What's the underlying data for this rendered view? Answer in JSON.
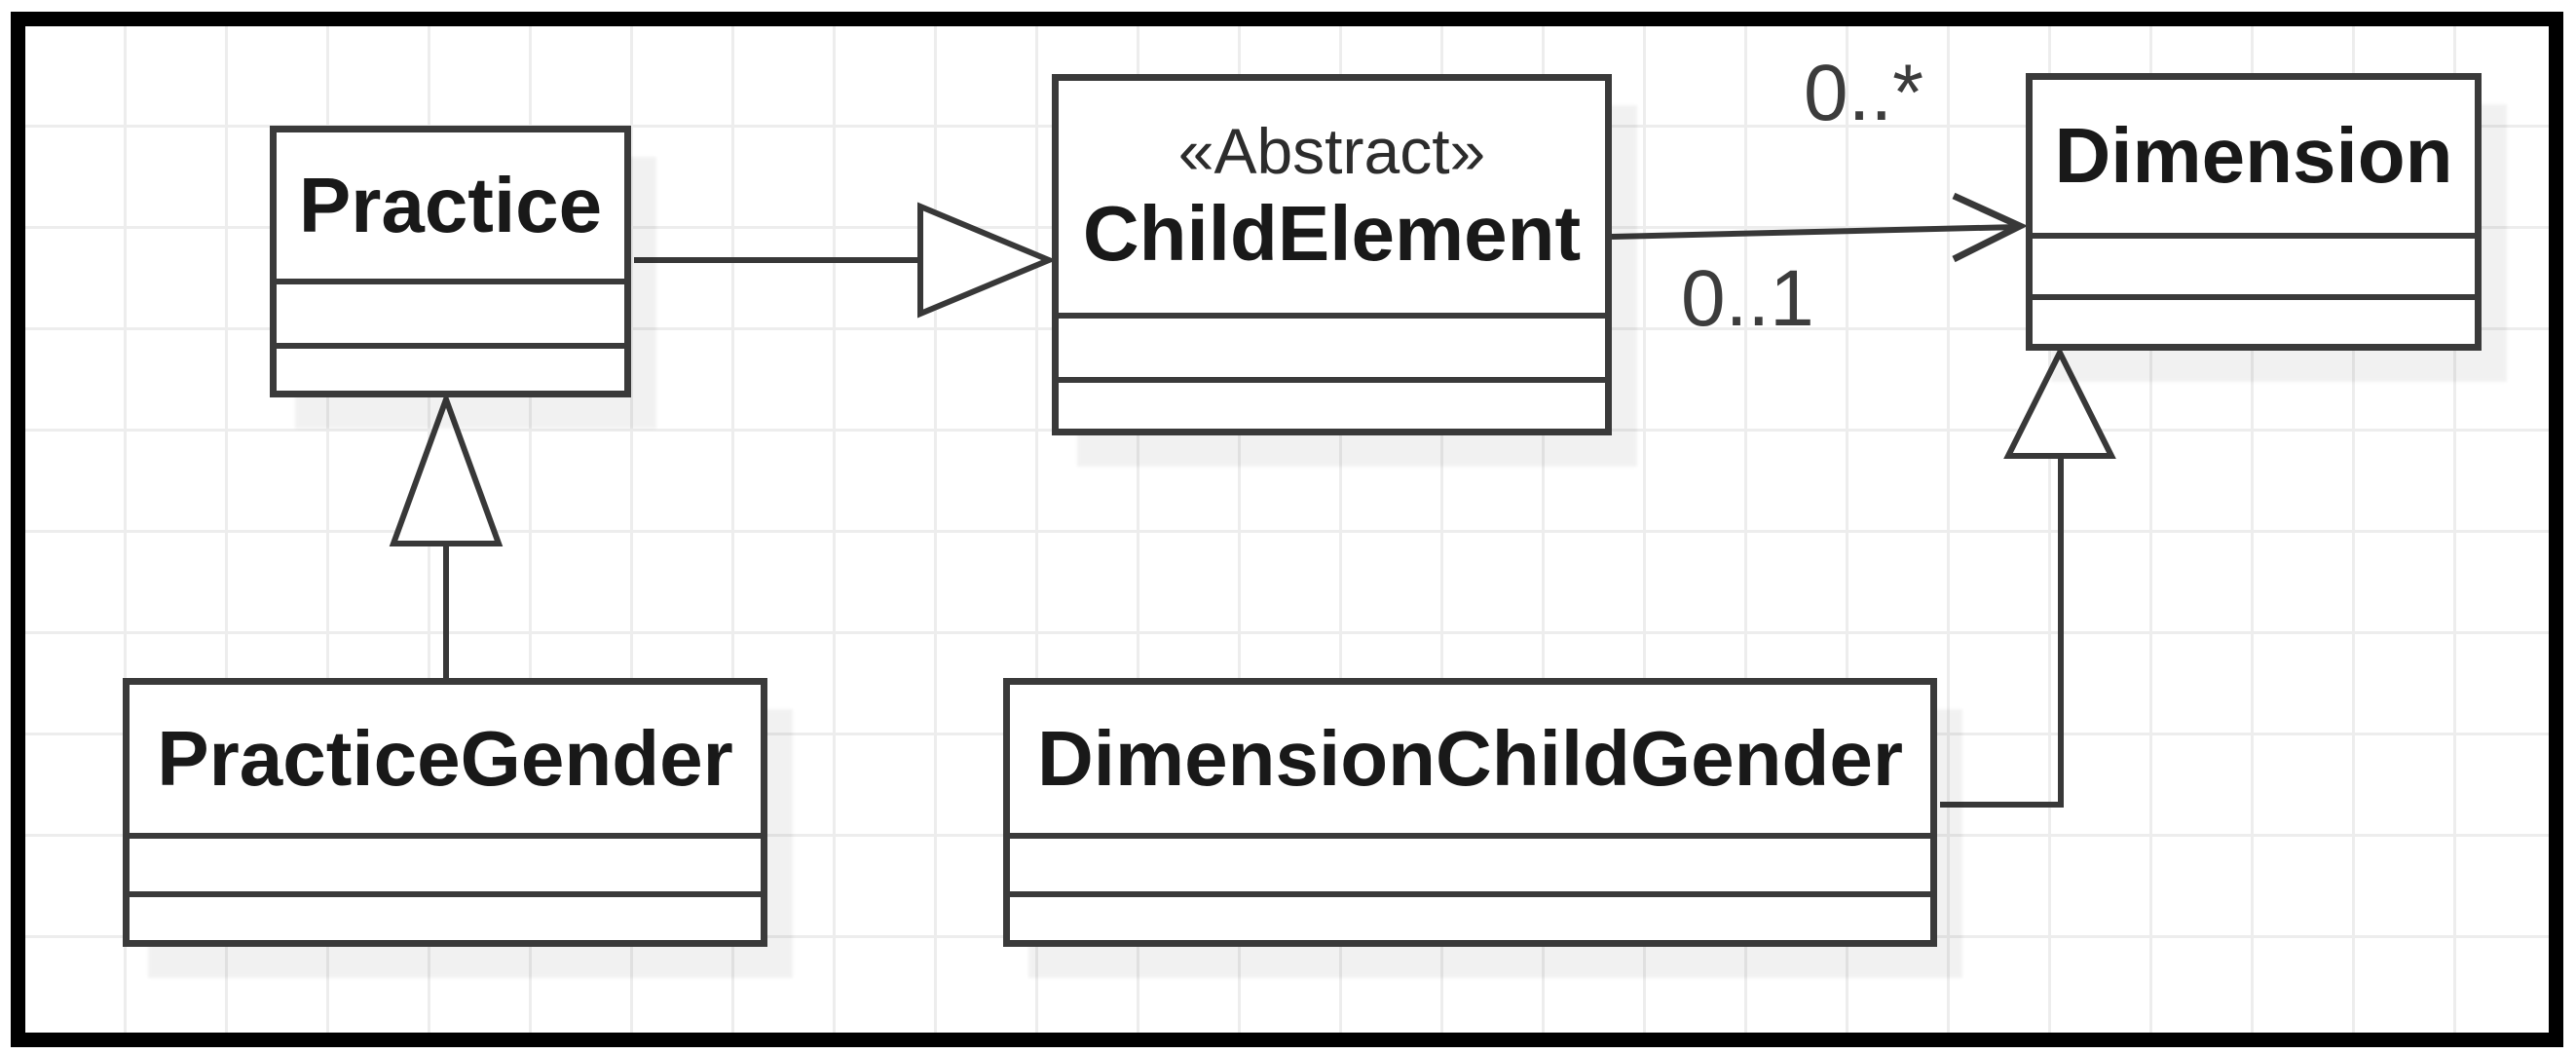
{
  "diagram": {
    "type": "uml-class-diagram",
    "classes": {
      "practice": {
        "name": "Practice"
      },
      "child_element": {
        "stereotype": "«Abstract»",
        "name": "ChildElement"
      },
      "dimension": {
        "name": "Dimension"
      },
      "practice_gender": {
        "name": "PracticeGender"
      },
      "dimension_child_gender": {
        "name": "DimensionChildGender"
      }
    },
    "multiplicities": {
      "dimension_upper": "0..*",
      "dimension_lower": "0..1"
    },
    "colors": {
      "frame": "#000000",
      "box_border": "#3a3a3a",
      "box_fill": "#ffffff",
      "connector_line": "#383838",
      "grid_line": "#ededed",
      "text": "#191919",
      "shadow": "#ebebeb"
    }
  }
}
